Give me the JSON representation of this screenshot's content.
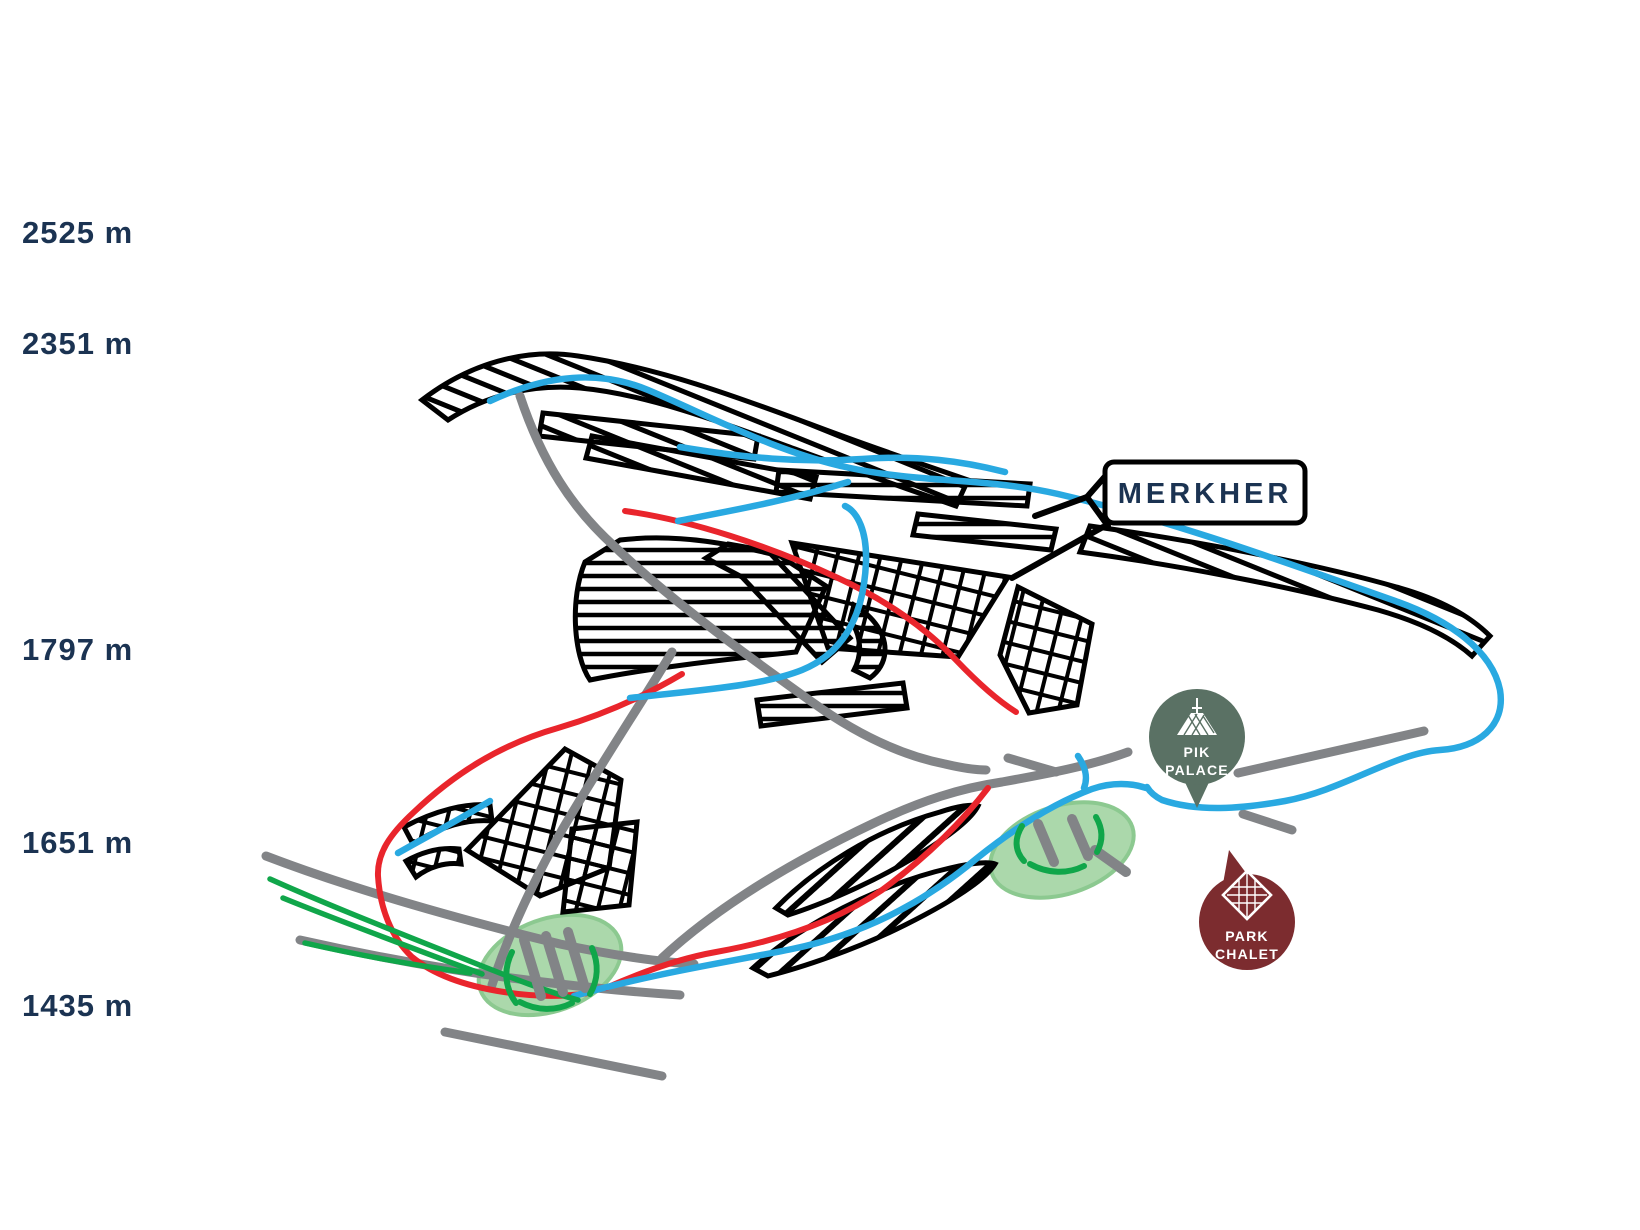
{
  "map": {
    "kind": "ski-resort-piste-map",
    "title_label": {
      "text": "MERKHER"
    },
    "elevation_markers": [
      {
        "label": "2525 m"
      },
      {
        "label": "2351 m"
      },
      {
        "label": "1797 m"
      },
      {
        "label": "1651 m"
      },
      {
        "label": "1435 m"
      }
    ],
    "pins": {
      "pik_palace": {
        "line1": "PIK",
        "line2": "PALACE",
        "color": "#5a7164",
        "icon": "palace-spire-icon"
      },
      "park_chalet": {
        "line1": "PARK",
        "line2": "CHALET",
        "color": "#7c2c2f",
        "icon": "chalet-diamond-grid-icon"
      }
    },
    "colors": {
      "label_text": "#1b3352",
      "trail_blue": "#29a9e1",
      "trail_red": "#e9252c",
      "trail_green": "#10a64a",
      "lift_gray": "#828487",
      "zone_outline_black": "#000000",
      "beginner_area_fill": "#abd8ab",
      "beginner_area_stroke": "#8cc990",
      "label_box_fill": "#ffffff",
      "background": "#ffffff"
    }
  }
}
